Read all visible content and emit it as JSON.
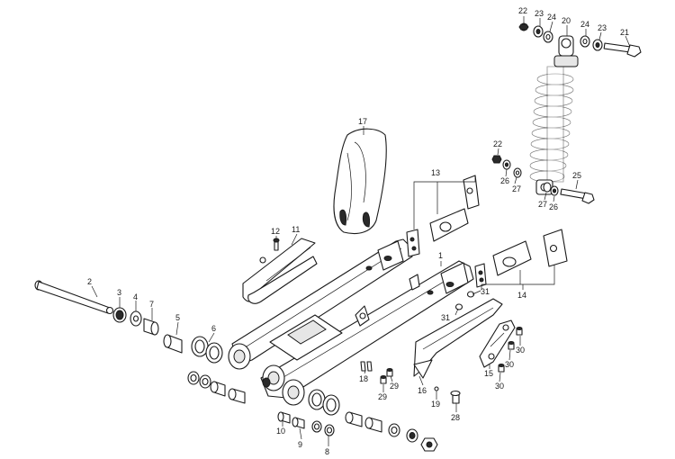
{
  "callouts": [
    {
      "n": "1",
      "text": "1"
    },
    {
      "n": "2",
      "text": "2"
    },
    {
      "n": "3",
      "text": "3"
    },
    {
      "n": "4",
      "text": "4"
    },
    {
      "n": "5",
      "text": "5"
    },
    {
      "n": "6",
      "text": "6"
    },
    {
      "n": "7",
      "text": "7"
    },
    {
      "n": "8",
      "text": "8"
    },
    {
      "n": "9",
      "text": "9"
    },
    {
      "n": "10",
      "text": "10"
    },
    {
      "n": "11",
      "text": "11"
    },
    {
      "n": "12",
      "text": "12"
    },
    {
      "n": "13",
      "text": "13"
    },
    {
      "n": "14",
      "text": "14"
    },
    {
      "n": "15",
      "text": "15"
    },
    {
      "n": "16",
      "text": "16"
    },
    {
      "n": "17",
      "text": "17"
    },
    {
      "n": "18",
      "text": "18"
    },
    {
      "n": "19",
      "text": "19"
    },
    {
      "n": "20",
      "text": "20"
    },
    {
      "n": "21",
      "text": "21"
    },
    {
      "n": "22a",
      "text": "22"
    },
    {
      "n": "22b",
      "text": "22"
    },
    {
      "n": "23a",
      "text": "23"
    },
    {
      "n": "23b",
      "text": "23"
    },
    {
      "n": "24a",
      "text": "24"
    },
    {
      "n": "24b",
      "text": "24"
    },
    {
      "n": "25",
      "text": "25"
    },
    {
      "n": "26a",
      "text": "26"
    },
    {
      "n": "26b",
      "text": "26"
    },
    {
      "n": "27a",
      "text": "27"
    },
    {
      "n": "27b",
      "text": "27"
    },
    {
      "n": "28",
      "text": "28"
    },
    {
      "n": "29a",
      "text": "29"
    },
    {
      "n": "29b",
      "text": "29"
    },
    {
      "n": "30a",
      "text": "30"
    },
    {
      "n": "30b",
      "text": "30"
    },
    {
      "n": "30c",
      "text": "30"
    },
    {
      "n": "31a",
      "text": "31"
    },
    {
      "n": "31b",
      "text": "31"
    }
  ]
}
